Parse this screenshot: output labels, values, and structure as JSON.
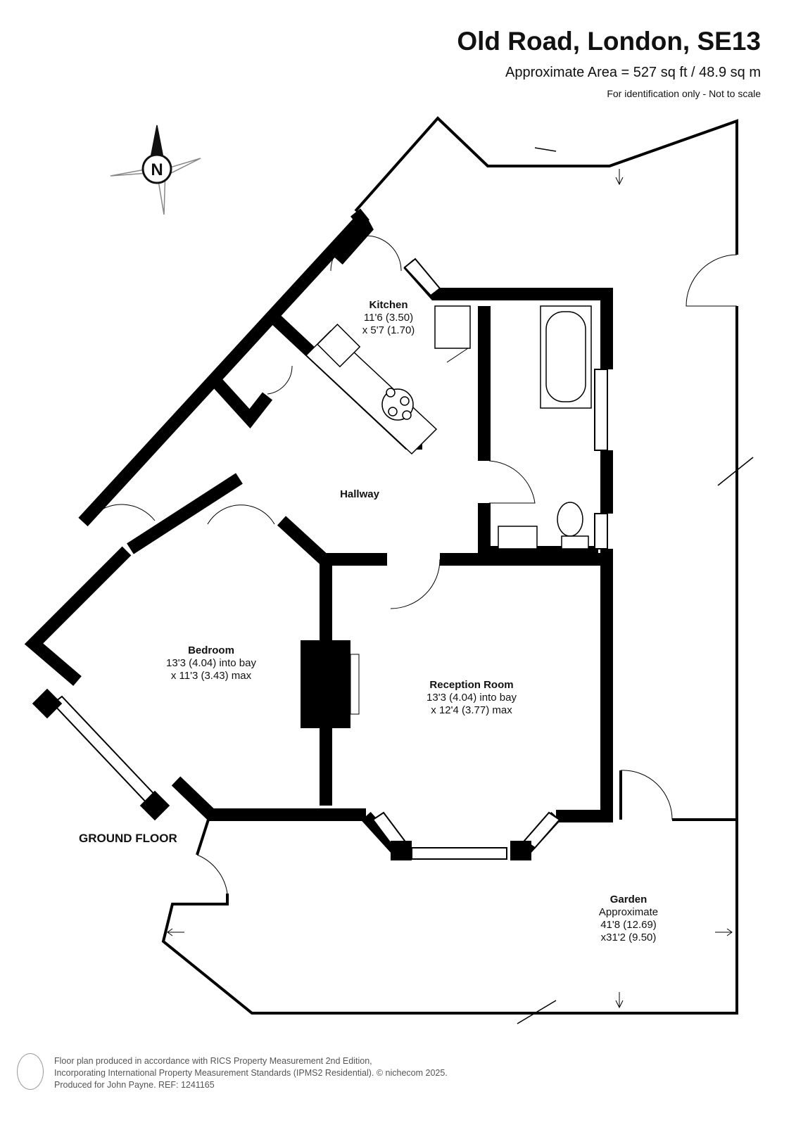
{
  "header": {
    "title": "Old Road, London, SE13",
    "area": "Approximate Area = 527 sq ft / 48.9 sq m",
    "disclaimer": "For identification only - Not to scale"
  },
  "compass": {
    "letter": "N"
  },
  "rooms": {
    "kitchen": {
      "name": "Kitchen",
      "dim1": "11'6 (3.50)",
      "dim2": "x 5'7 (1.70)"
    },
    "hallway": {
      "name": "Hallway"
    },
    "bedroom": {
      "name": "Bedroom",
      "dim1": "13'3 (4.04) into bay",
      "dim2": "x 11'3 (3.43) max"
    },
    "reception": {
      "name": "Reception Room",
      "dim1": "13'3 (4.04) into bay",
      "dim2": "x 12'4 (3.77) max"
    },
    "garden": {
      "name": "Garden",
      "dim0": "Approximate",
      "dim1": "41'8 (12.69)",
      "dim2": "x31'2 (9.50)"
    }
  },
  "floor_label": "GROUND FLOOR",
  "footer": {
    "line1": "Floor plan produced in accordance with RICS Property Measurement 2nd Edition,",
    "line2": "Incorporating International Property Measurement Standards (IPMS2 Residential).   © nichecom 2025.",
    "line3": "Produced for John Payne.   REF: 1241165"
  }
}
